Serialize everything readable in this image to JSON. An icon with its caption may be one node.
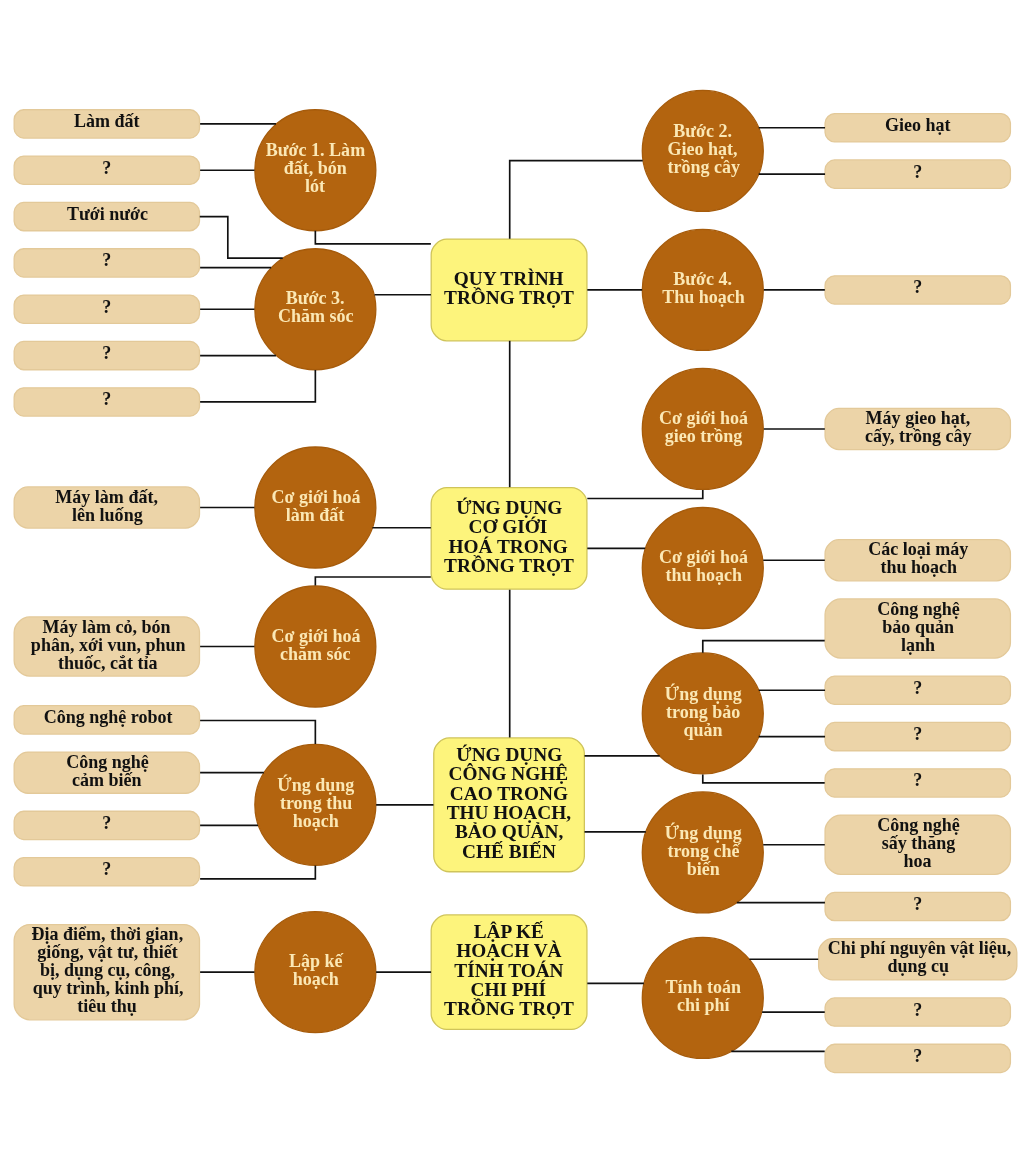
{
  "diagram": {
    "nodes": [
      {
        "text": [
          "QUY TRÌNH TRỒNG TRỌT"
        ]
      },
      {
        "text": [
          "Bước 1. Làm đất, bón lót"
        ]
      },
      {
        "text": [
          "Làm đất"
        ]
      },
      {
        "text": [
          "?"
        ]
      },
      {
        "text": [
          "Bước 2. Gieo hạt, trồng cây"
        ]
      },
      {
        "text": [
          "Gieo hạt"
        ]
      },
      {
        "text": [
          "?"
        ]
      },
      {
        "text": [
          "Bước 3. Chăm sóc"
        ]
      },
      {
        "text": [
          "Tưới nước"
        ]
      },
      {
        "text": [
          "?"
        ]
      },
      {
        "text": [
          "?"
        ]
      },
      {
        "text": [
          "?"
        ]
      },
      {
        "text": [
          "?"
        ]
      },
      {
        "text": [
          "Bước 4. Thu hoạch"
        ]
      },
      {
        "text": [
          "?"
        ]
      },
      {
        "text": [
          "ỨNG DỤNG CƠ GIỚI HOÁ TRONG TRỒNG TRỌT"
        ]
      },
      {
        "text": [
          "Cơ giới hoá làm đất"
        ]
      },
      {
        "text": [
          "Máy làm đất, lên luống"
        ]
      },
      {
        "text": [
          "Cơ giới hoá gieo trồng"
        ]
      },
      {
        "text": [
          "Máy gieo hạt, cấy, trồng cây"
        ]
      },
      {
        "text": [
          "Cơ giới hoá chăm sóc"
        ]
      },
      {
        "text": [
          "Máy làm cỏ, bón phân, xới vun, phun thuốc, cắt tỉa"
        ]
      },
      {
        "text": [
          "Cơ giới hoá thu hoạch"
        ]
      },
      {
        "text": [
          "Các loại máy thu hoạch"
        ]
      },
      {
        "text": [
          "ỨNG DỤNG CÔNG NGHỆ CAO TRONG THU HOẠCH, BẢO QUẢN, CHẾ BIẾN"
        ]
      },
      {
        "text": [
          "Ứng dụng trong thu hoạch"
        ]
      },
      {
        "text": [
          "Công nghệ robot"
        ]
      },
      {
        "text": [
          "Công nghệ cảm biến"
        ]
      },
      {
        "text": [
          "?"
        ]
      },
      {
        "text": [
          "?"
        ]
      },
      {
        "text": [
          "Ứng dụng trong bảo quản"
        ]
      },
      {
        "text": [
          "Công nghệ bảo quản lạnh"
        ]
      },
      {
        "text": [
          "?"
        ]
      },
      {
        "text": [
          "?"
        ]
      },
      {
        "text": [
          "?"
        ]
      },
      {
        "text": [
          "Ứng dụng trong chế biến"
        ]
      },
      {
        "text": [
          "Công nghệ sấy thăng hoa"
        ]
      },
      {
        "text": [
          "?"
        ]
      },
      {
        "text": [
          "LẬP KẾ HOẠCH VÀ TÍNH TOÁN CHI PHÍ TRỒNG TRỌT"
        ]
      },
      {
        "text": [
          "Lập kế hoạch"
        ]
      },
      {
        "text": [
          "Địa điểm, thời gian, giống, vật tư, thiết bị, dụng cụ, công, quy trình, kinh phí, tiêu thụ"
        ]
      },
      {
        "text": [
          "Tính toán chi phí"
        ]
      },
      {
        "text": [
          "Chi phí nguyên vật liệu, dụng cụ"
        ]
      },
      {
        "text": [
          "?"
        ]
      },
      {
        "text": [
          "?"
        ]
      }
    ],
    "edges": [
      {
        "from": 2,
        "to": 1,
        "arrow": "none"
      },
      {
        "from": 3,
        "to": 1,
        "arrow": "none"
      },
      {
        "from": 1,
        "to": 0,
        "arrow": "none"
      },
      {
        "from": 0,
        "to": 4,
        "arrow": "none"
      },
      {
        "from": 4,
        "to": 5,
        "arrow": "none"
      },
      {
        "from": 4,
        "to": 6,
        "arrow": "none"
      },
      {
        "from": 8,
        "to": 7,
        "arrow": "none"
      },
      {
        "from": 9,
        "to": 7,
        "arrow": "none"
      },
      {
        "from": 10,
        "to": 7,
        "arrow": "none"
      },
      {
        "from": 11,
        "to": 7,
        "arrow": "none"
      },
      {
        "from": 12,
        "to": 7,
        "arrow": "none"
      },
      {
        "from": 7,
        "to": 0,
        "arrow": "none"
      },
      {
        "from": 0,
        "to": 13,
        "arrow": "none"
      },
      {
        "from": 13,
        "to": 14,
        "arrow": "none"
      },
      {
        "from": 0,
        "to": 15,
        "arrow": "none"
      },
      {
        "from": 17,
        "to": 16,
        "arrow": "none"
      },
      {
        "from": 16,
        "to": 15,
        "arrow": "none"
      },
      {
        "from": 15,
        "to": 18,
        "arrow": "none"
      },
      {
        "from": 18,
        "to": 19,
        "arrow": "none"
      },
      {
        "from": 21,
        "to": 20,
        "arrow": "none"
      },
      {
        "from": 20,
        "to": 15,
        "arrow": "none"
      },
      {
        "from": 15,
        "to": 22,
        "arrow": "none"
      },
      {
        "from": 22,
        "to": 23,
        "arrow": "none"
      },
      {
        "from": 15,
        "to": 24,
        "arrow": "none"
      },
      {
        "from": 26,
        "to": 25,
        "arrow": "none"
      },
      {
        "from": 27,
        "to": 25,
        "arrow": "none"
      },
      {
        "from": 28,
        "to": 25,
        "arrow": "none"
      },
      {
        "from": 29,
        "to": 25,
        "arrow": "none"
      },
      {
        "from": 25,
        "to": 24,
        "arrow": "none"
      },
      {
        "from": 24,
        "to": 30,
        "arrow": "none"
      },
      {
        "from": 30,
        "to": 31,
        "arrow": "none"
      },
      {
        "from": 30,
        "to": 32,
        "arrow": "none"
      },
      {
        "from": 30,
        "to": 33,
        "arrow": "none"
      },
      {
        "from": 30,
        "to": 34,
        "arrow": "none"
      },
      {
        "from": 24,
        "to": 35,
        "arrow": "none"
      },
      {
        "from": 35,
        "to": 36,
        "arrow": "none"
      },
      {
        "from": 35,
        "to": 37,
        "arrow": "none"
      },
      {
        "from": 40,
        "to": 39,
        "arrow": "none"
      },
      {
        "from": 39,
        "to": 38,
        "arrow": "none"
      },
      {
        "from": 38,
        "to": 41,
        "arrow": "none"
      },
      {
        "from": 41,
        "to": 42,
        "arrow": "none"
      },
      {
        "from": 41,
        "to": 43,
        "arrow": "none"
      },
      {
        "from": 41,
        "to": 44,
        "arrow": "none"
      }
    ]
  }
}
